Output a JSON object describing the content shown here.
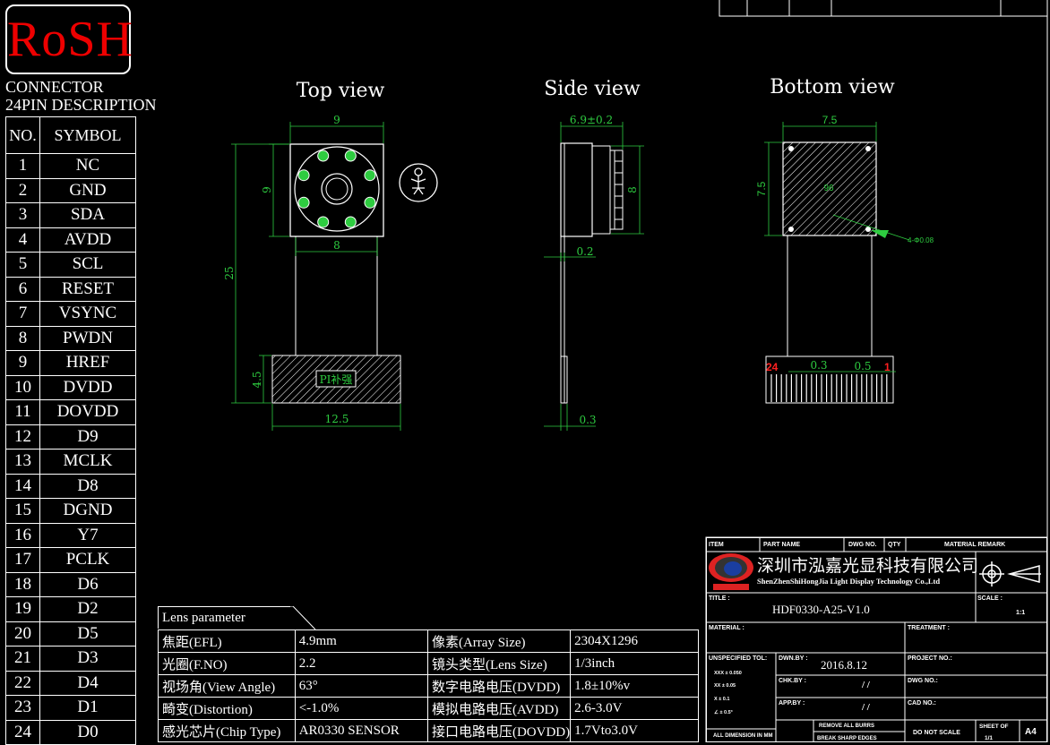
{
  "logo": {
    "text": "RoSH"
  },
  "connector": {
    "line1": "CONNECTOR",
    "line2": "24PIN DESCRIPTION"
  },
  "pin_table": {
    "header": {
      "no": "NO.",
      "symbol": "SYMBOL"
    },
    "rows": [
      {
        "no": "1",
        "symbol": "NC"
      },
      {
        "no": "2",
        "symbol": "GND"
      },
      {
        "no": "3",
        "symbol": "SDA"
      },
      {
        "no": "4",
        "symbol": "AVDD"
      },
      {
        "no": "5",
        "symbol": "SCL"
      },
      {
        "no": "6",
        "symbol": "RESET"
      },
      {
        "no": "7",
        "symbol": "VSYNC"
      },
      {
        "no": "8",
        "symbol": "PWDN"
      },
      {
        "no": "9",
        "symbol": "HREF"
      },
      {
        "no": "10",
        "symbol": "DVDD"
      },
      {
        "no": "11",
        "symbol": "DOVDD"
      },
      {
        "no": "12",
        "symbol": "D9"
      },
      {
        "no": "13",
        "symbol": "MCLK"
      },
      {
        "no": "14",
        "symbol": "D8"
      },
      {
        "no": "15",
        "symbol": "DGND"
      },
      {
        "no": "16",
        "symbol": "Y7"
      },
      {
        "no": "17",
        "symbol": "PCLK"
      },
      {
        "no": "18",
        "symbol": "D6"
      },
      {
        "no": "19",
        "symbol": "D2"
      },
      {
        "no": "20",
        "symbol": "D5"
      },
      {
        "no": "21",
        "symbol": "D3"
      },
      {
        "no": "22",
        "symbol": "D4"
      },
      {
        "no": "23",
        "symbol": "D1"
      },
      {
        "no": "24",
        "symbol": "D0"
      }
    ]
  },
  "views": {
    "top": {
      "title": "Top view",
      "dim_width": "9",
      "dim_height": "9",
      "dim_inner": "8",
      "dim_total": "25",
      "dim_stiffener_h": "4.5",
      "dim_stiffener_w": "12.5",
      "stiffener_label": "PI补强"
    },
    "side": {
      "title": "Side view",
      "dim_width": "6.9±0.2",
      "dim_height": "8",
      "dim_02": "0.2",
      "dim_03": "0.3"
    },
    "bottom": {
      "title": "Bottom view",
      "dim_width": "7.5",
      "dim_height": "7.5",
      "hole_note": "4-Φ0.08",
      "pin_first": "24",
      "pin_last": "1",
      "pitch": "0.3",
      "pad_width": "0.5",
      "center_mark": "96"
    }
  },
  "lens": {
    "title": "Lens parameter",
    "rows": [
      {
        "k1": "焦距(EFL)",
        "v1": "4.9mm",
        "k2": "像素(Array Size)",
        "v2": "2304X1296"
      },
      {
        "k1": "光圈(F.NO)",
        "v1": "2.2",
        "k2": "镜头类型(Lens Size)",
        "v2": "1/3inch"
      },
      {
        "k1": "视场角(View Angle)",
        "v1": "63°",
        "k2": "数字电路电压(DVDD)",
        "v2": "1.8±10%v"
      },
      {
        "k1": "畸变(Distortion)",
        "v1": "<-1.0%",
        "k2": "模拟电路电压(AVDD)",
        "v2": "2.6-3.0V"
      },
      {
        "k1": "感光芯片(Chip Type)",
        "v1": "AR0330 SENSOR",
        "k2": "接口电路电压(DOVDD)",
        "v2": "1.7Vto3.0V"
      }
    ]
  },
  "title_block": {
    "header": {
      "item": "ITEM",
      "part_name": "PART NAME",
      "dwg_no": "DWG NO.",
      "qty": "QTY",
      "material_remark": "MATERIAL REMARK"
    },
    "company_cn": "深圳市泓嘉光显科技有限公司",
    "company_en": "ShenZhenShiHongJia Light Display Technology Co.,Ltd",
    "title_label": "TITLE :",
    "title_value": "HDF0330-A25-V1.0",
    "scale_label": "SCALE :",
    "scale_value": "1:1",
    "material_label": "MATERIAL :",
    "treatment_label": "TREATMENT :",
    "unspecified_tol": "UNSPECIFIED TOL:",
    "tol_rows": [
      "XXX ± 0.050",
      "XX ± 0.05",
      "X ± 0.1",
      "∠ ± 0.5°"
    ],
    "dwn_by_label": "DWN.BY :",
    "dwn_by_value": "2016.8.12",
    "chk_by_label": "CHK.BY :",
    "chk_by_value": "/ /",
    "app_by_label": "APP.BY :",
    "app_by_value": "/ /",
    "project_no": "PROJECT NO.:",
    "dwg_no_label": "DWG NO.:",
    "cad_no": "CAD NO.:",
    "all_dim": "ALL DIMENSION IN MM",
    "remove_burrs": "REMOVE ALL BURRS",
    "break_edges": "BREAK SHARP EDGES",
    "do_not_scale": "DO NOT SCALE",
    "sheet_of": "SHEET OF",
    "sheet_value": "1/1",
    "size": "A4"
  },
  "colors": {
    "background": "#000000",
    "line": "#ffffff",
    "dimension": "#2ecc40",
    "logo": "#ee0000",
    "pin_marker": "#ff2020"
  }
}
